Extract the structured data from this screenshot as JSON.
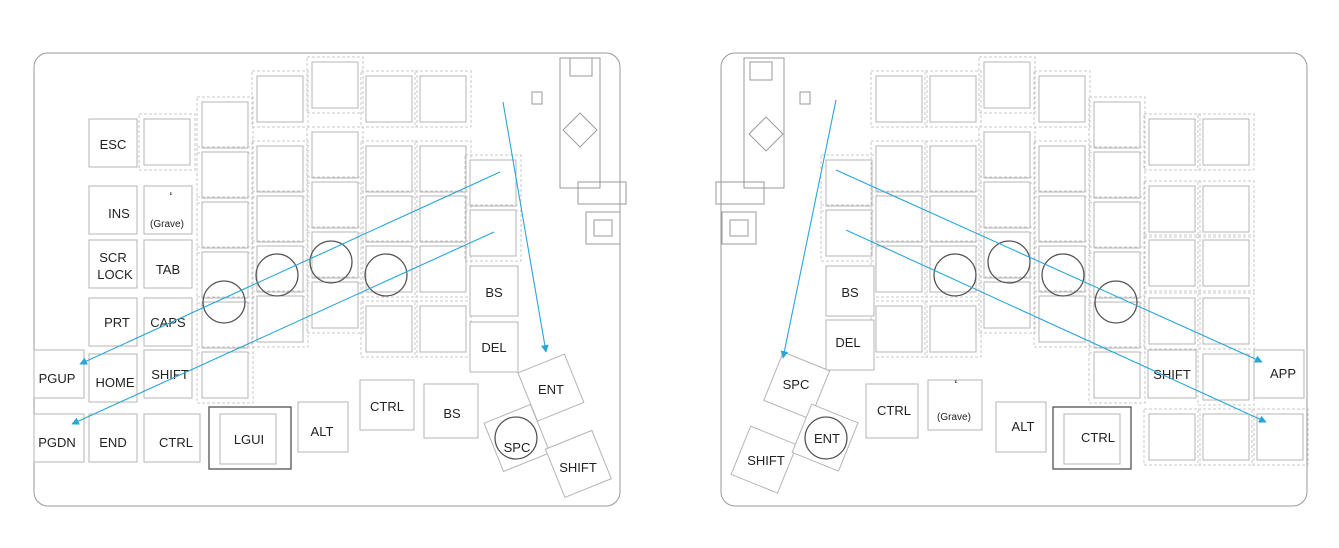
{
  "diagram": {
    "colors": {
      "arrow": "#29a6d6",
      "outline": "#9a9a9a",
      "ring": "#555555"
    },
    "left_half": {
      "keys": {
        "esc": "ESC",
        "grave_symbol": "‘",
        "grave_text": "(Grave)",
        "ins": "INS",
        "scr": "SCR",
        "lock": "LOCK",
        "tab": "TAB",
        "prt": "PRT",
        "caps": "CAPS",
        "pgup": "PGUP",
        "home": "HOME",
        "shift": "SHIFT",
        "pgdn": "PGDN",
        "end": "END",
        "ctrl": "CTRL",
        "lgui": "LGUI",
        "alt": "ALT",
        "ctrl_thumb": "CTRL",
        "bs_thumb": "BS",
        "bs": "BS",
        "del": "DEL",
        "ent": "ENT",
        "spc": "SPC",
        "shift_thumb": "SHIFT"
      }
    },
    "right_half": {
      "keys": {
        "bs": "BS",
        "del": "DEL",
        "spc": "SPC",
        "shift_thumb": "SHIFT",
        "ent": "ENT",
        "ctrl": "CTRL",
        "grave_symbol": "‘",
        "grave_text": "(Grave)",
        "alt": "ALT",
        "ctrl_thumb": "CTRL",
        "shift": "SHIFT",
        "app": "APP"
      }
    }
  }
}
